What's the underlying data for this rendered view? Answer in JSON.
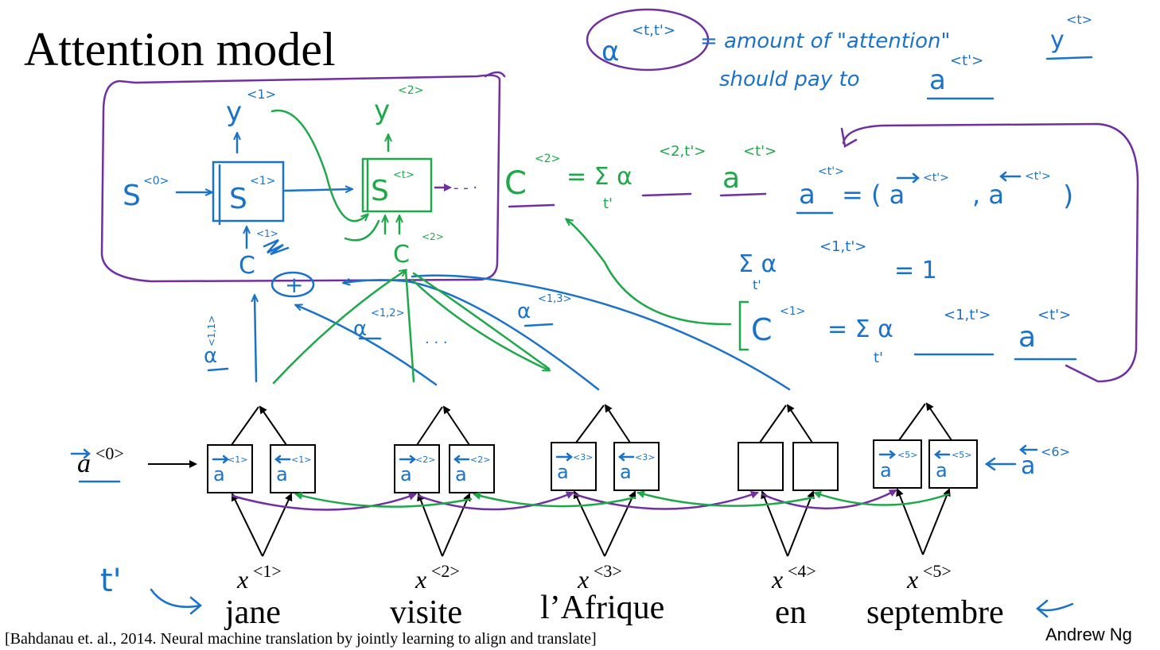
{
  "title": "Attention model",
  "citation": "[Bahdanau et. al., 2014. Neural machine translation by jointly learning to align and translate]",
  "author": "Andrew Ng",
  "colors": {
    "notes": "#1a73c8",
    "context": "#1ea84a",
    "highlight": "#7030a0",
    "network": "#000000"
  },
  "encoder": {
    "a0_label": "a",
    "a0_sup": "<0>",
    "a6_sup": "<6>",
    "x_symbol": "x",
    "words": [
      {
        "word": "jane",
        "x_sup": "<1>",
        "fwd_sup": "<1>",
        "bwd_sup": "<1>"
      },
      {
        "word": "visite",
        "x_sup": "<2>",
        "fwd_sup": "<2>",
        "bwd_sup": "<2>"
      },
      {
        "word": "l’Afrique",
        "x_sup": "<3>",
        "fwd_sup": "<3>",
        "bwd_sup": "<3>"
      },
      {
        "word": "en",
        "x_sup": "<4>",
        "fwd_sup": "",
        "bwd_sup": ""
      },
      {
        "word": "septembre",
        "x_sup": "<5>",
        "fwd_sup": "<5>",
        "bwd_sup": "<5>"
      }
    ]
  },
  "decoder": {
    "s0": "S",
    "s0_sup": "<0>",
    "s1": "S",
    "s1_sup": "<1>",
    "s2": "S",
    "s2_sup": "<t>",
    "y1": "y",
    "y1_sup": "<1>",
    "y2": "y",
    "y2_sup": "<2>",
    "c1": "C",
    "c1_sup": "<1>",
    "c2": "C",
    "c2_sup": "<2>",
    "ellipsis": "- - ·",
    "alpha_11": "α",
    "alpha_11_sup": "<1,1>",
    "alpha_12": "α",
    "alpha_12_sup": "<1,2>",
    "alpha_13": "α",
    "alpha_13_sup": "<1,3>",
    "dots": ". . ."
  },
  "notes": {
    "alpha_def_sym": "α",
    "alpha_def_sup": "<t,t'>",
    "alpha_def_text1": "= amount of \"attention\"",
    "alpha_def_y": "y",
    "alpha_def_y_sup": "<t>",
    "alpha_def_text2": "should pay to",
    "alpha_def_a": "a",
    "alpha_def_a_sup": "<t'>",
    "c2_eq_lhs": "C",
    "c2_eq_lhs_sup": "<2>",
    "c2_eq_rhs": "= Σ α",
    "c2_eq_rhs_sup": "<2,t'>",
    "c2_eq_a": "a",
    "c2_eq_a_sup": "<t'>",
    "c2_eq_sub": "t'",
    "a_def_lhs": "a",
    "a_def_lhs_sup": "<t'>",
    "a_def_rhs": "= ( a",
    "a_def_fwd_sup": "<t'>",
    "a_def_mid": ", a",
    "a_def_bwd_sup": "<t'>",
    "a_def_close": ")",
    "sum_rule": "Σ α",
    "sum_rule_sup": "<1,t'>",
    "sum_rule_end": "= 1",
    "sum_rule_sub": "t'",
    "c1_eq_lhs": "C",
    "c1_eq_lhs_sup": "<1>",
    "c1_eq_rhs": "= Σ α",
    "c1_eq_rhs_sup": "<1,t'>",
    "c1_eq_a": "a",
    "c1_eq_a_sup": "<t'>",
    "c1_eq_sub": "t'",
    "tprime": "t'"
  }
}
